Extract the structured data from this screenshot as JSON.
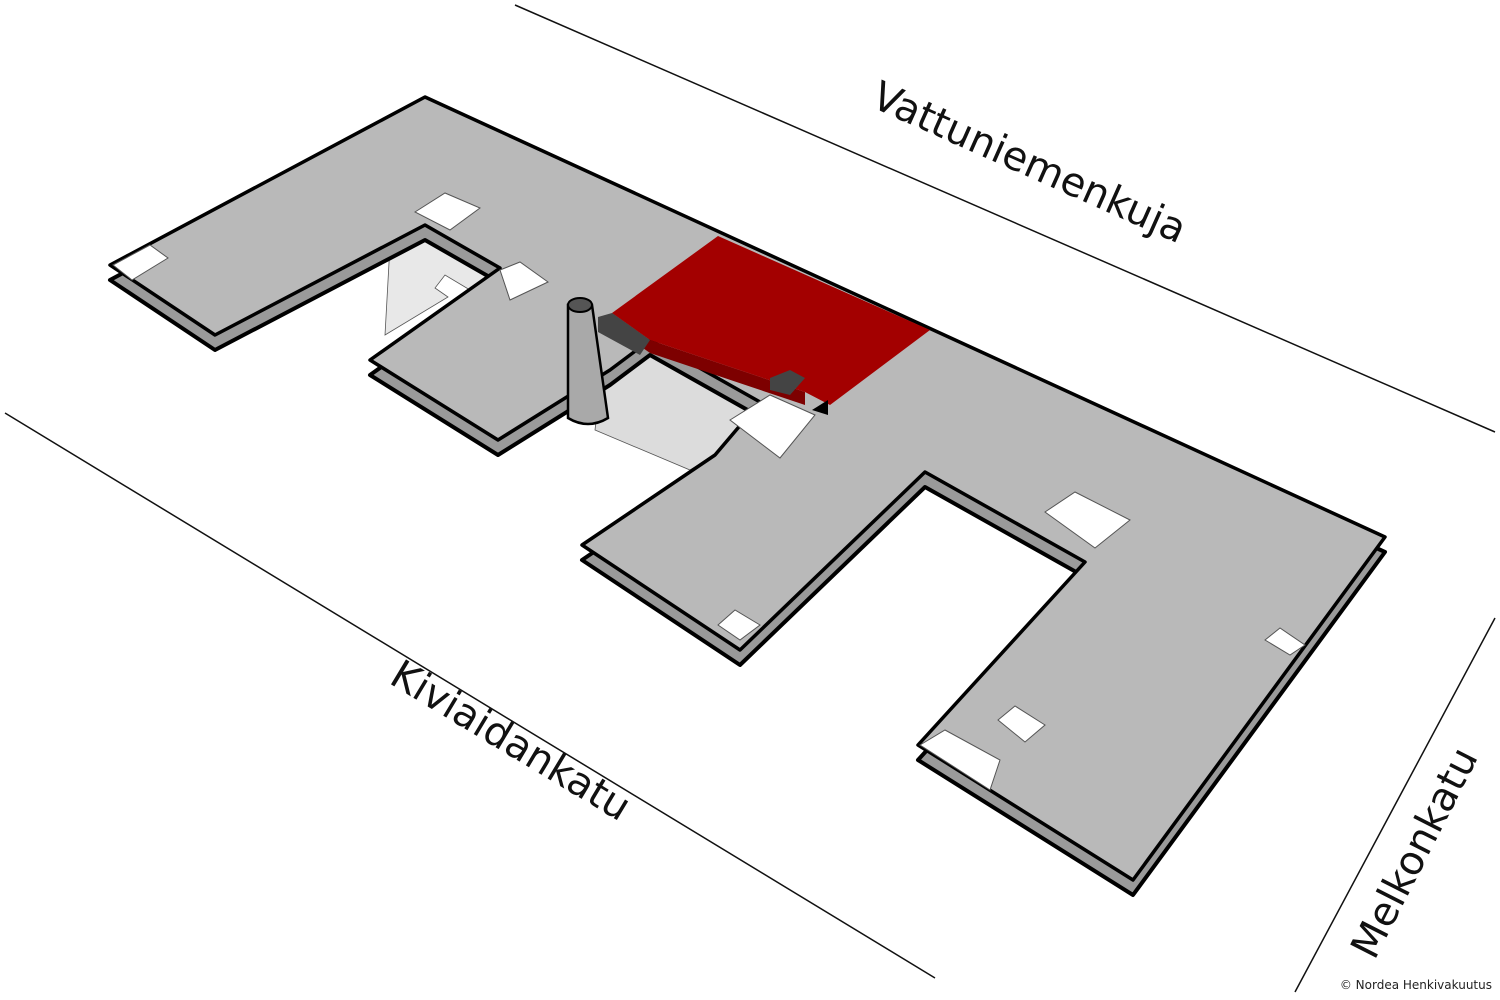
{
  "streets": {
    "north": "Vattuniemenkuja",
    "south": "Kiviaidankatu",
    "east": "Melkonkatu"
  },
  "copyright": "© Nordea Henkivakuutus",
  "colors": {
    "floor": "#b9b9b9",
    "slab_side": "#9a9a9a",
    "highlight": "#a30000",
    "highlight_side": "#7d0000",
    "outline": "#000000"
  }
}
